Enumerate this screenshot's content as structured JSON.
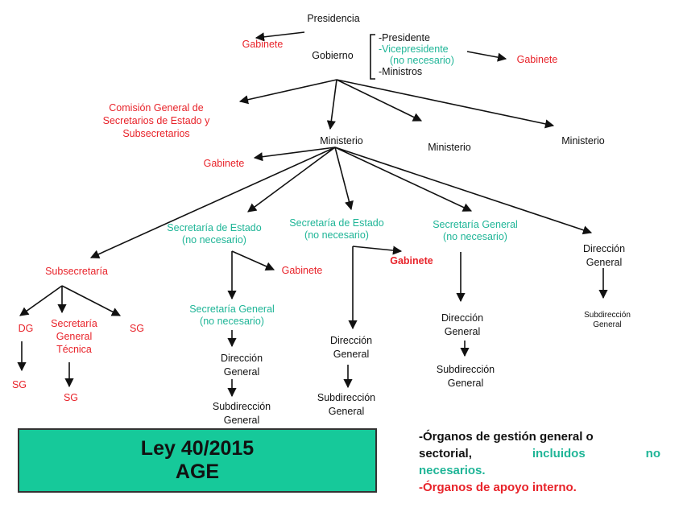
{
  "colors": {
    "black": "#111111",
    "red": "#e8232a",
    "teal": "#1fb597",
    "box": "#16c99a"
  },
  "presidencia": "Presidencia",
  "gobierno": "Gobierno",
  "gabinete": "Gabinete",
  "gobierno_members": {
    "presidente": "-Presidente",
    "vicepresidente": "-Vicepresidente",
    "no_necesario_paren": "(no necesario)",
    "ministros": "-Ministros"
  },
  "comision": [
    "Comisión General de",
    "Secretarios de Estado y",
    "Subsecretarios"
  ],
  "ministerio": "Ministerio",
  "secretaria_estado": "Secretaría de Estado",
  "secretaria_general": "Secretaría General",
  "no_necesario": "(no necesario)",
  "subsecretaria": "Subsecretaría",
  "dg": "DG",
  "sg": "SG",
  "sgt": [
    "Secretaría",
    "General",
    "Técnica"
  ],
  "direccion_general": [
    "Dirección",
    "General"
  ],
  "subdireccion_general": [
    "Subdirección",
    "General"
  ],
  "ley_box": {
    "line1": "Ley 40/2015",
    "line2": "AGE"
  },
  "legend": {
    "line1": "-Órganos de gestión general o",
    "line2_a": "sectorial,",
    "line2_b": "incluidos",
    "line2_c": "no",
    "line3": "necesarios.",
    "line4": "-Órganos de apoyo interno."
  }
}
